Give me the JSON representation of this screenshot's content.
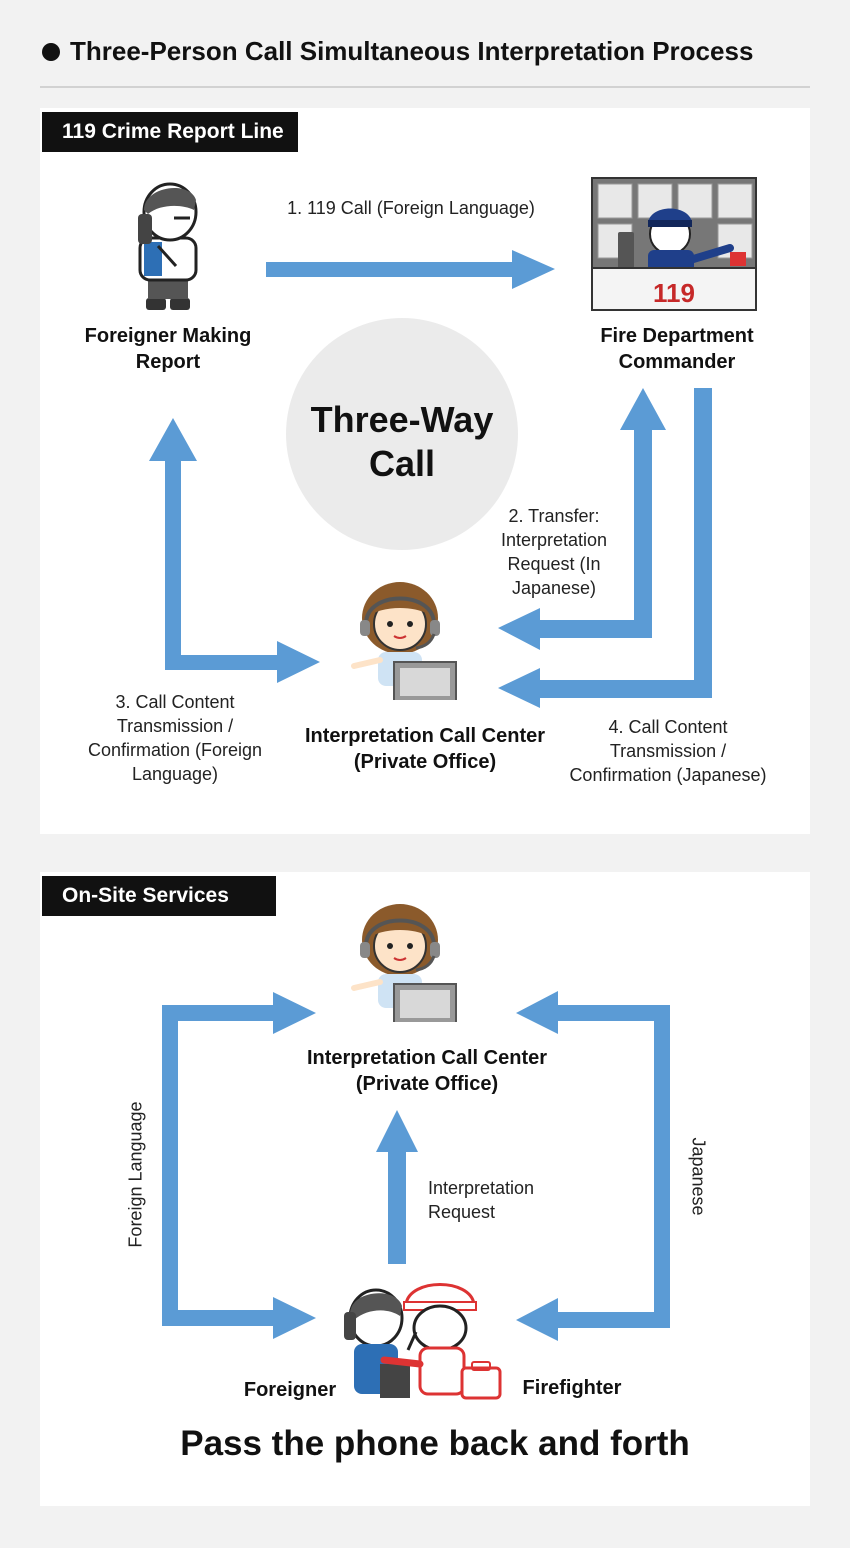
{
  "title": "Three-Person Call Simultaneous Interpretation Process",
  "section1": {
    "tag": "119 Crime Report Line",
    "foreigner_label": [
      "Foreigner Making",
      "Report"
    ],
    "commander_label": [
      "Fire Department",
      "Commander"
    ],
    "center_label": [
      "Interpretation Call Center",
      "(Private Office)"
    ],
    "circle_text": [
      "Three-Way",
      "Call"
    ],
    "step1": "1. 119 Call (Foreign Language)",
    "step2": [
      "2. Transfer:",
      "Interpretation",
      "Request (In",
      "Japanese)"
    ],
    "step3": [
      "3. Call Content",
      "Transmission /",
      "Confirmation (Foreign",
      "Language)"
    ],
    "step4": [
      "4. Call Content",
      "Transmission /",
      "Confirmation (Japanese)"
    ],
    "desk_number": "119"
  },
  "section2": {
    "tag": "On-Site Services",
    "center_label": [
      "Interpretation Call Center",
      "(Private Office)"
    ],
    "request_label": [
      "Interpretation",
      "Request"
    ],
    "left_vertical": "Foreign Language",
    "right_vertical": "Japanese",
    "foreigner": "Foreigner",
    "firefighter": "Firefighter",
    "bottom_title": "Pass the phone back and forth"
  },
  "colors": {
    "arrow": "#5b9bd5",
    "tag_bg": "#111111",
    "panel_bg": "#ffffff",
    "page_bg": "#f2f2f2",
    "circle": "#ebebeb"
  }
}
